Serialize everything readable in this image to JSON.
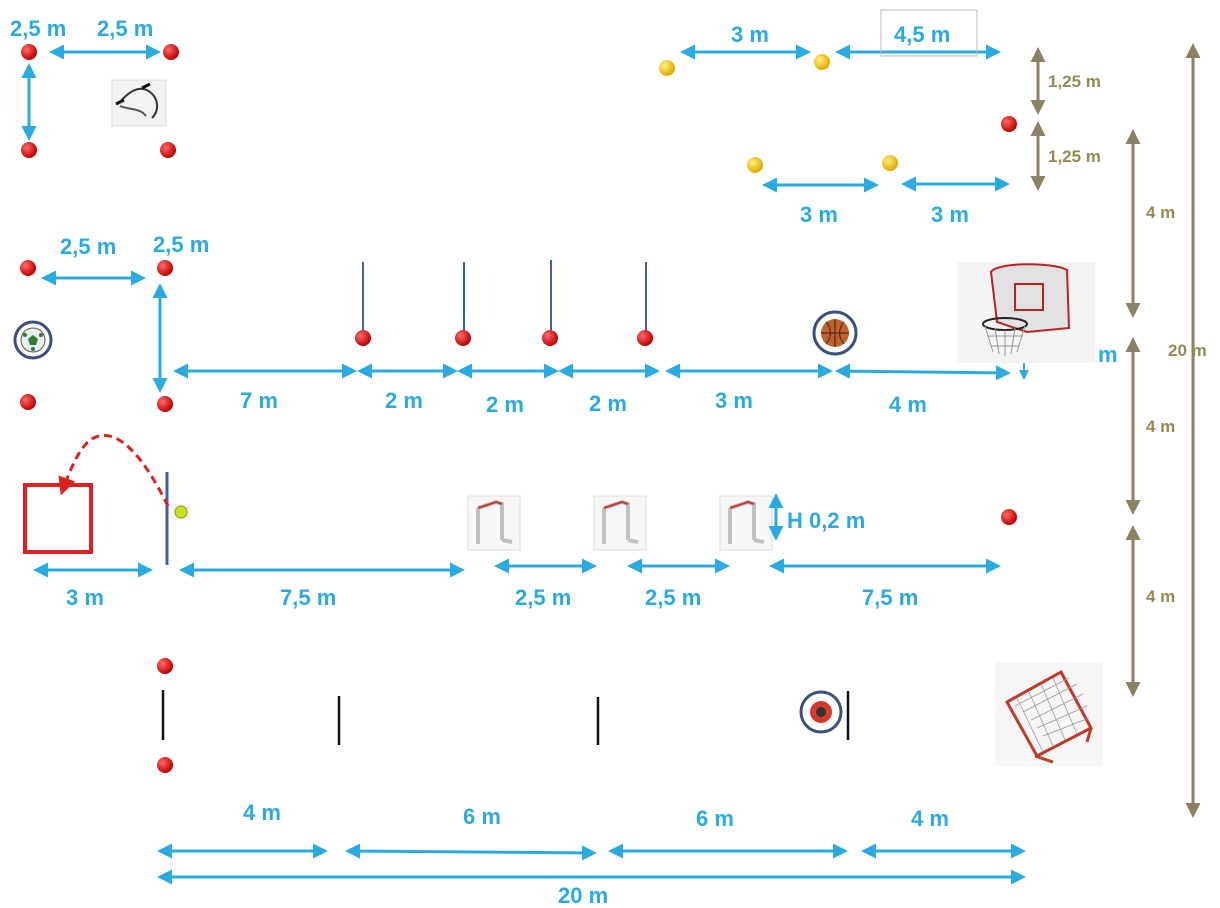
{
  "colors": {
    "blue_arrow": "#29abe2",
    "olive_arrow": "#8c8263",
    "cone_red": "#e00000",
    "cone_yellow": "#f6c800",
    "hurdle_frame": "#c33",
    "target_red": "#e02020"
  },
  "icons": {
    "rope": "jump-rope-icon",
    "football": "football-icon",
    "basketball": "basketball-icon",
    "hoop": "basketball-hoop-icon",
    "tennis_ball": "tennis-ball-icon",
    "hurdle": "hurdle-icon",
    "medicine_ball": "medicine-ball-icon",
    "rebounder": "rebound-net-icon"
  },
  "labels": {
    "tl_a": "2,5 m",
    "tl_b": "2,5 m",
    "mid_a": "2,5 m",
    "mid_b": "2,5 m",
    "top_3m": "3 m",
    "top_45m": "4,5 m",
    "y_3m_a": "3 m",
    "y_3m_b": "3 m",
    "r_125_a": "1,25 m",
    "r_125_b": "1,25 m",
    "r_4m_a": "4 m",
    "r_4m_b": "4 m",
    "r_4m_c": "4 m",
    "r_20m": "20 m",
    "hoop_partial": "m",
    "row2_7m": "7 m",
    "row2_2m_a": "2 m",
    "row2_2m_b": "2 m",
    "row2_2m_c": "2 m",
    "row2_3m": "3 m",
    "row2_4m": "4 m",
    "row3_3m": "3 m",
    "row3_75a": "7,5 m",
    "row3_25a": "2,5 m",
    "row3_25b": "2,5 m",
    "row3_75b": "7,5 m",
    "hurdle_h": "H 0,2 m",
    "bot_4m_a": "4 m",
    "bot_6m_a": "6 m",
    "bot_6m_b": "6 m",
    "bot_4m_b": "4 m",
    "bot_20m": "20 m"
  }
}
